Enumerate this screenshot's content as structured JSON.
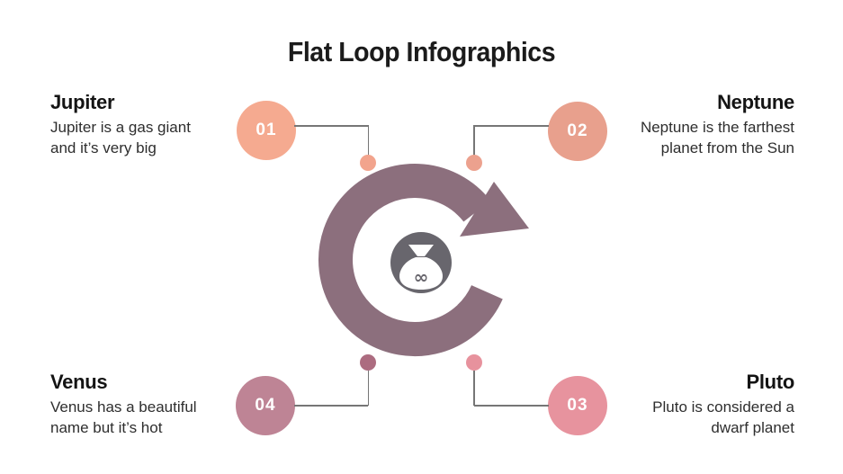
{
  "title": "Flat Loop Infographics",
  "items": [
    {
      "number": "01",
      "title": "Jupiter",
      "line1": "Jupiter is a gas giant",
      "line2": "and it’s very big"
    },
    {
      "number": "02",
      "title": "Neptune",
      "line1": "Neptune is the farthest",
      "line2": "planet from the Sun"
    },
    {
      "number": "03",
      "title": "Pluto",
      "line1": "Pluto is considered a",
      "line2": "dwarf planet"
    },
    {
      "number": "04",
      "title": "Venus",
      "line1": "Venus has a beautiful",
      "line2": "name but it’s hot"
    }
  ],
  "center_icon": {
    "name": "money-bag-icon",
    "symbol": "∞"
  },
  "colors": {
    "circle_01": "#F5AA90",
    "circle_02": "#E8A08D",
    "circle_03": "#E7939E",
    "circle_04": "#BE8495",
    "dot_top_left": "#F2A48D",
    "dot_top_right": "#ECA18E",
    "dot_bottom_left": "#AC6C80",
    "dot_bottom_right": "#E7929D",
    "loop_arrow": "#8C6F7D",
    "icon_circle": "#68666D",
    "connector_line": "#767676",
    "title_text": "#1B1B1B",
    "body_text": "#2E2E2E",
    "background": "#FFFFFF"
  }
}
